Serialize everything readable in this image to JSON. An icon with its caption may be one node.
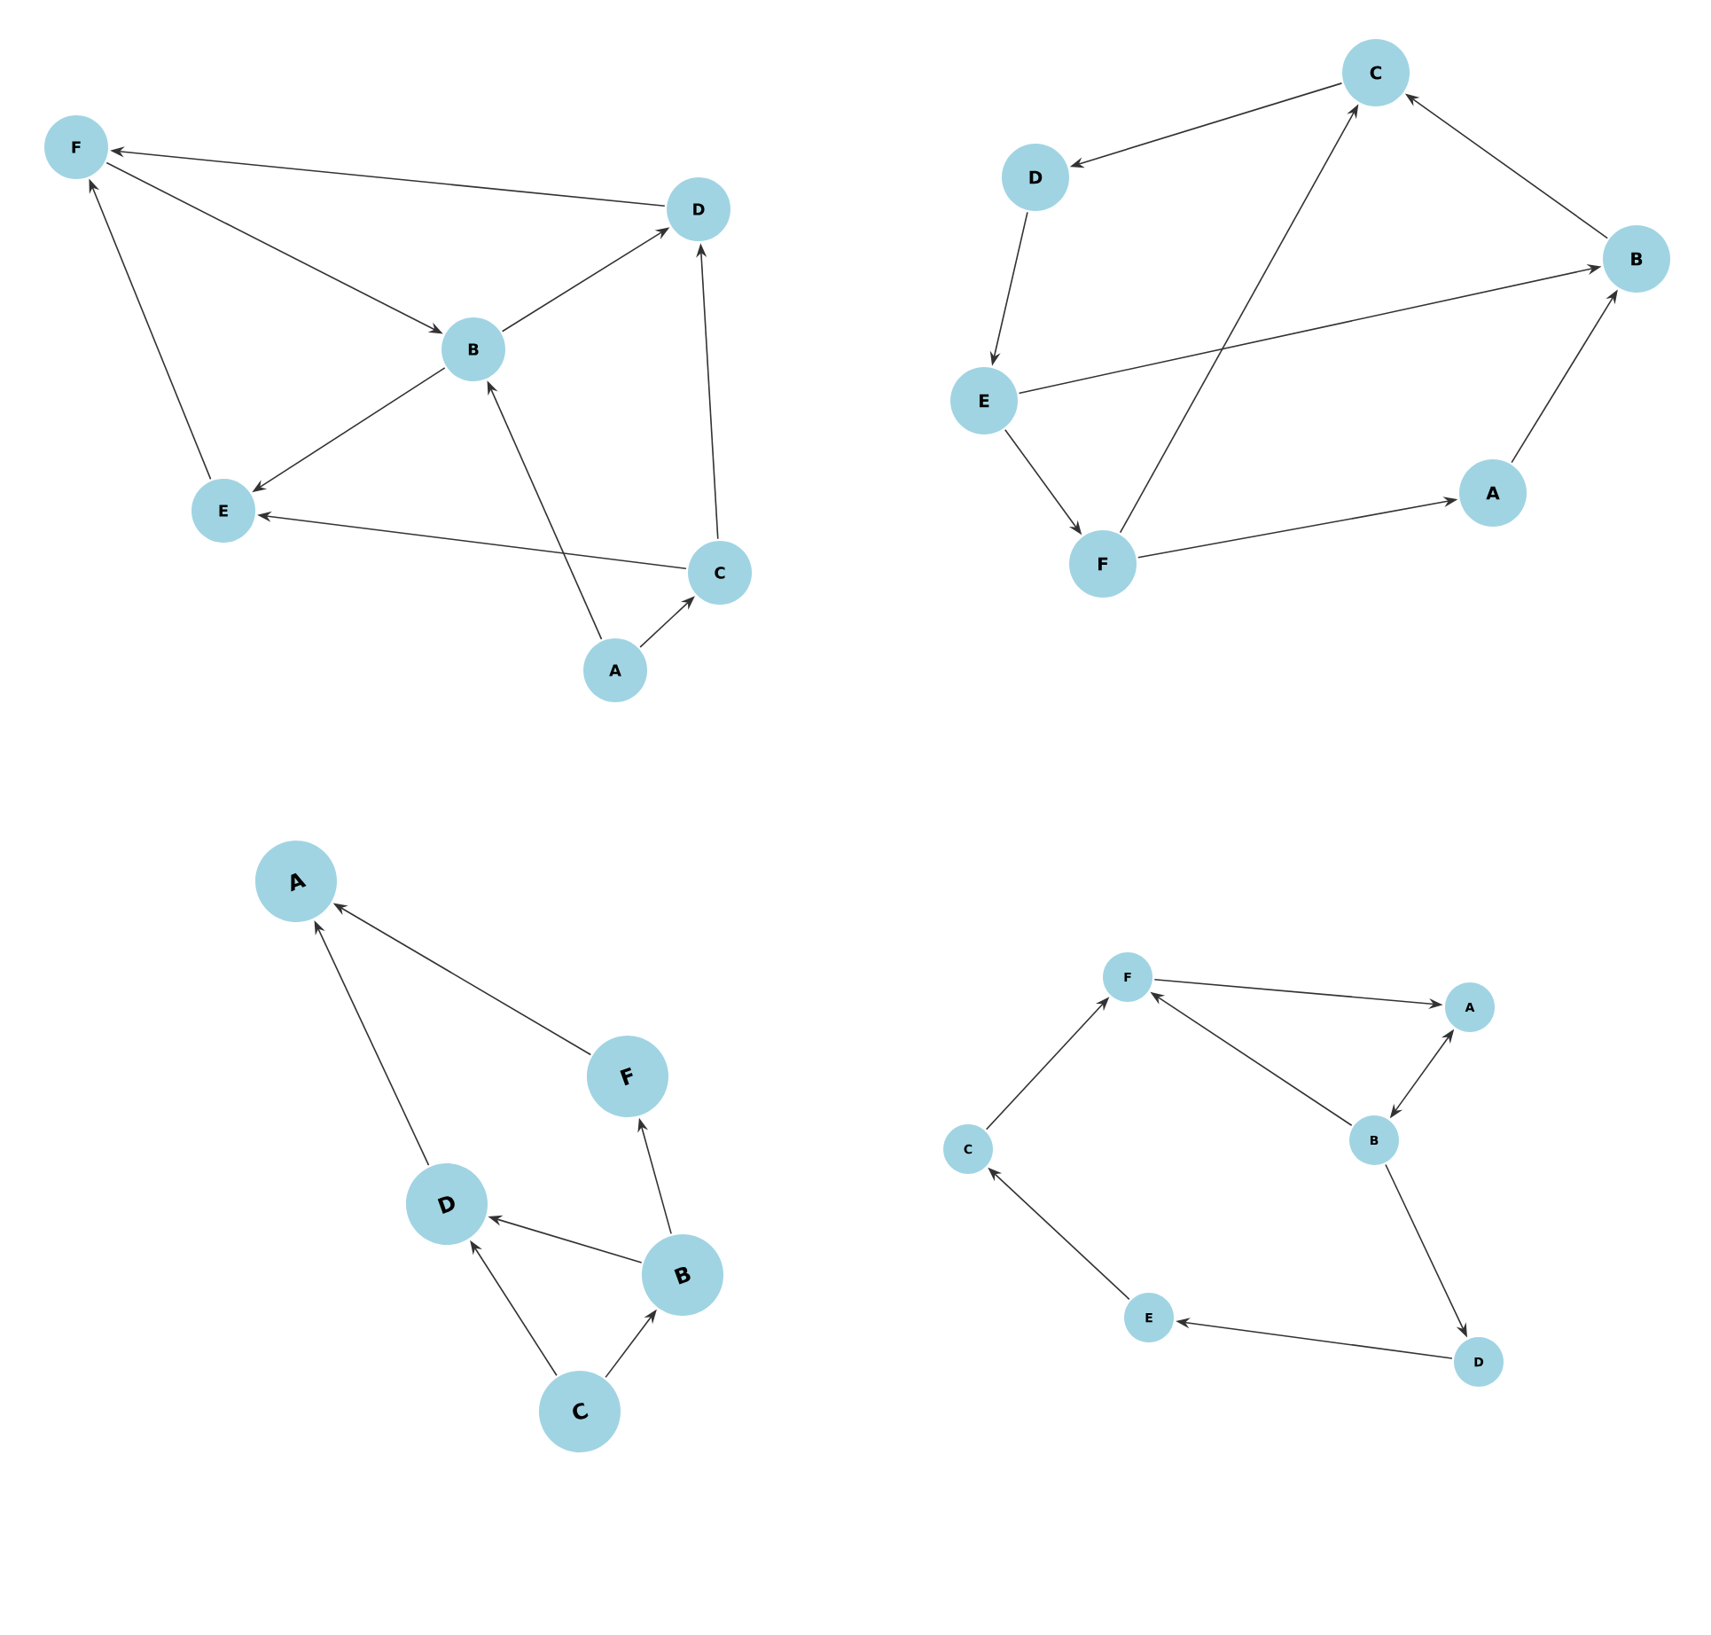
{
  "diagram": {
    "nodes": [
      {
        "text": [
          "F"
        ]
      },
      {
        "text": [
          "D"
        ]
      },
      {
        "text": [
          "B"
        ]
      },
      {
        "text": [
          "E"
        ]
      },
      {
        "text": [
          "C"
        ]
      },
      {
        "text": [
          "A"
        ]
      },
      {
        "text": [
          "C"
        ]
      },
      {
        "text": [
          "D"
        ]
      },
      {
        "text": [
          "B"
        ]
      },
      {
        "text": [
          "E"
        ]
      },
      {
        "text": [
          "A"
        ]
      },
      {
        "text": [
          "F"
        ]
      },
      {
        "text": [
          "A"
        ]
      },
      {
        "text": [
          "F"
        ]
      },
      {
        "text": [
          "D"
        ]
      },
      {
        "text": [
          "B"
        ]
      },
      {
        "text": [
          "C"
        ]
      },
      {
        "text": [
          "F"
        ]
      },
      {
        "text": [
          "A"
        ]
      },
      {
        "text": [
          "C"
        ]
      },
      {
        "text": [
          "B"
        ]
      },
      {
        "text": [
          "E"
        ]
      },
      {
        "text": [
          "D"
        ]
      }
    ],
    "edges": [
      {
        "from": 1,
        "to": 0,
        "arrow": "to"
      },
      {
        "from": 0,
        "to": 2,
        "arrow": "to"
      },
      {
        "from": 2,
        "to": 1,
        "arrow": "to"
      },
      {
        "from": 2,
        "to": 3,
        "arrow": "to"
      },
      {
        "from": 3,
        "to": 0,
        "arrow": "to"
      },
      {
        "from": 5,
        "to": 2,
        "arrow": "to"
      },
      {
        "from": 5,
        "to": 4,
        "arrow": "to"
      },
      {
        "from": 4,
        "to": 3,
        "arrow": "to"
      },
      {
        "from": 4,
        "to": 1,
        "arrow": "to"
      },
      {
        "from": 6,
        "to": 7,
        "arrow": "to"
      },
      {
        "from": 7,
        "to": 9,
        "arrow": "to"
      },
      {
        "from": 9,
        "to": 8,
        "arrow": "to"
      },
      {
        "from": 9,
        "to": 11,
        "arrow": "to"
      },
      {
        "from": 11,
        "to": 6,
        "arrow": "to"
      },
      {
        "from": 11,
        "to": 10,
        "arrow": "to"
      },
      {
        "from": 10,
        "to": 8,
        "arrow": "to"
      },
      {
        "from": 8,
        "to": 6,
        "arrow": "to"
      },
      {
        "from": 13,
        "to": 12,
        "arrow": "to"
      },
      {
        "from": 14,
        "to": 12,
        "arrow": "to"
      },
      {
        "from": 15,
        "to": 13,
        "arrow": "to"
      },
      {
        "from": 15,
        "to": 14,
        "arrow": "to"
      },
      {
        "from": 16,
        "to": 14,
        "arrow": "to"
      },
      {
        "from": 16,
        "to": 15,
        "arrow": "to"
      },
      {
        "from": 17,
        "to": 18,
        "arrow": "to"
      },
      {
        "from": 20,
        "to": 17,
        "arrow": "to"
      },
      {
        "from": 18,
        "to": 20,
        "arrow": "both"
      },
      {
        "from": 20,
        "to": 22,
        "arrow": "to"
      },
      {
        "from": 22,
        "to": 21,
        "arrow": "to"
      },
      {
        "from": 21,
        "to": 19,
        "arrow": "to"
      },
      {
        "from": 19,
        "to": 17,
        "arrow": "to"
      }
    ]
  }
}
